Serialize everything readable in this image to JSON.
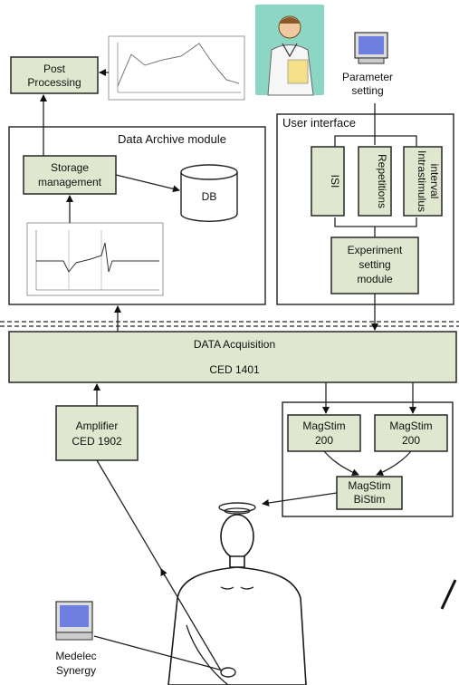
{
  "modules": {
    "post_processing": [
      "Post",
      "Processing"
    ],
    "data_archive": "Data Archive module",
    "storage_management": [
      "Storage",
      "management"
    ],
    "db": "DB",
    "user_interface": "User interface",
    "parameter_setting": [
      "Parameter",
      "setting"
    ],
    "isi": "ISI",
    "repetitions": "Repetitions",
    "intrastimulus": [
      "Intrastimulus",
      "interval"
    ],
    "experiment_setting": [
      "Experiment",
      "setting",
      "module"
    ],
    "data_acquisition": "DATA Acquisition",
    "ced_1401": "CED 1401",
    "amplifier": [
      "Amplifier",
      "CED 1902"
    ],
    "magstim_left": [
      "MagStim",
      "200"
    ],
    "magstim_right": [
      "MagStim",
      "200"
    ],
    "bistim": [
      "MagStim",
      "BiStim"
    ],
    "medelec": [
      "Medelec",
      "Synergy"
    ]
  },
  "colors": {
    "module_fill": "#dfe8cf",
    "acquisition_fill": "#dfe8cf",
    "monitor_screen": "#6f7fe0",
    "doctor_background": "#8ed6c4"
  }
}
